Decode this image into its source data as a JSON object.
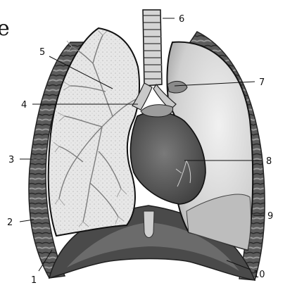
{
  "edge_fragment": "e",
  "labels": [
    "1",
    "2",
    "3",
    "4",
    "5",
    "6",
    "7",
    "8",
    "9",
    "10"
  ],
  "icons": [
    "lungs-anatomy-illustration"
  ]
}
